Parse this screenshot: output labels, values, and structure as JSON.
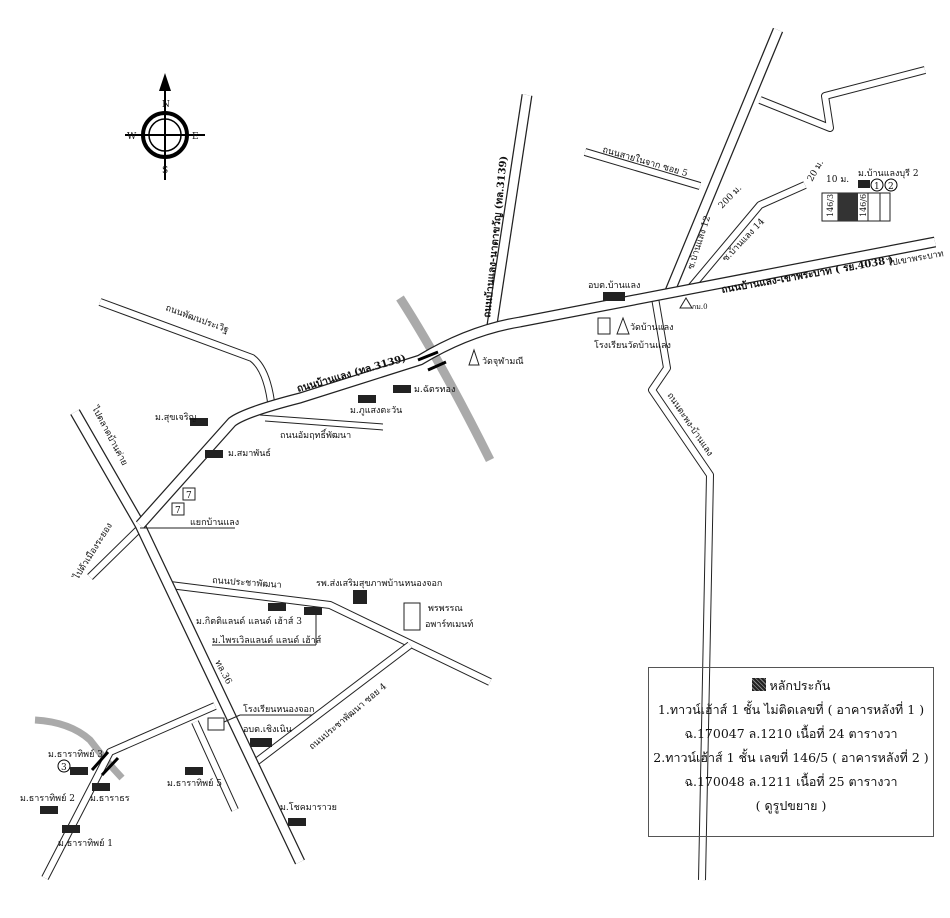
{
  "compass": {
    "n": "N",
    "s": "S",
    "e": "E",
    "w": "W"
  },
  "roads": {
    "ban_laeng_3139": "ถนนบ้านแลง (ทล.3139)",
    "ban_laeng_nataphwan": "ถนนบ้านแลง-นาตาขวัญ (ทล.3139)",
    "ban_laeng_khao_phrabat": "ถนนบ้านแลง-เขาพระบาท ( รย.4038 )",
    "to_khao_phrabat": "ไปเขาพระบาท",
    "sai_nai_chak_soi5": "ถนนสายในจาก ซอย 5",
    "soi12": "ซ.บ้านแลง 12",
    "soi14": "ซ.บ้านแลง 14",
    "taphong": "ถนนตะพง-บ้านแลง",
    "phatthana_prachawit": "ถนนพัฒนประเวิฐ",
    "amrit_phatthana": "ถนนอัมฤทธิ์พัฒนา",
    "to_talat_ban_khai": "ไปตลาดบ้านค่าย",
    "to_mueang_rayong": "ไปตัวเมืองระยอง",
    "prachaphatthana": "ถนนประชาพัฒนา",
    "prachaphatthana_soi4": "ถนนประชาพัฒนา ซอย 4",
    "thl36": "ทล.36",
    "dist_200": "200 ม.",
    "dist_10": "10 ม.",
    "dist_20": "20 ม."
  },
  "places": {
    "obt_ban_laeng": "อบต.บ้านแลง",
    "wat_ban_laeng": "วัดบ้านแลง",
    "school_wat_ban_laeng": "โรงเรียนวัดบ้านแลง",
    "kmo": "กม.0",
    "ban_laeng_buri2": "ม.บ้านแลงบุรี 2",
    "plot_1463": "146/3",
    "plot_1466": "146/6",
    "marker1": "1",
    "marker2": "2",
    "marker3": "3",
    "wat_chu_phamani": "วัดจุฬามณี",
    "chatthong": "ม.ฉัตรทอง",
    "phu_saeng_tawan": "ม.ภูแสงตะวัน",
    "sukcharoen": "ม.สุขเจริญ",
    "samaphan": "ม.สมาพันธ์",
    "seven1": "7",
    "seven2": "7",
    "yaek_ban_laeng": "แยกบ้านแลง",
    "hospital": "รพ.ส่งเสริมสุขภาพบ้านหนองจอก",
    "phonphan_apartment_1": "พรพรรณ",
    "phonphan_apartment_2": "อพาร์ทเมนท์",
    "kittiland": "ม.กิตติแลนด์ แลนด์ เฮ้าส์ 3",
    "phaiboonland": "ม.ไพรเวิลแลนด์ แลนด์ เฮ้าส์",
    "school_nong_chok": "โรงเรียนหนองจอก",
    "obt_choeng_noen": "อบต.เชิงเนิน",
    "tharathip3": "ม.ธาราทิพย์ 3",
    "tharathip2": "ม.ธาราทิพย์ 2",
    "tharathip1": "ม.ธาราทิพย์ 1",
    "tharathip5": "ม.ธาราทิพย์ 5",
    "tharathon": "ม.ธาราธร",
    "chokmaruay": "ม.โชคมาราวย"
  },
  "legend": {
    "title": "หลักประกัน",
    "line1": "1.ทาวน์เฮ้าส์ 1 ชั้น ไม่ติดเลขที่ ( อาคารหลังที่ 1 )",
    "line2": "ฉ.170047 ล.1210 เนื้อที่ 24 ตารางวา",
    "line3": "2.ทาวน์เฮ้าส์ 1 ชั้น เลขที่ 146/5 ( อาคารหลังที่ 2 )",
    "line4": "ฉ.170048 ล.1211 เนื้อที่ 25 ตารางวา",
    "line5": "( ดูรูปขยาย )"
  },
  "colors": {
    "line": "#222222",
    "river": "#aaaaaa",
    "collateral": "#333333"
  }
}
